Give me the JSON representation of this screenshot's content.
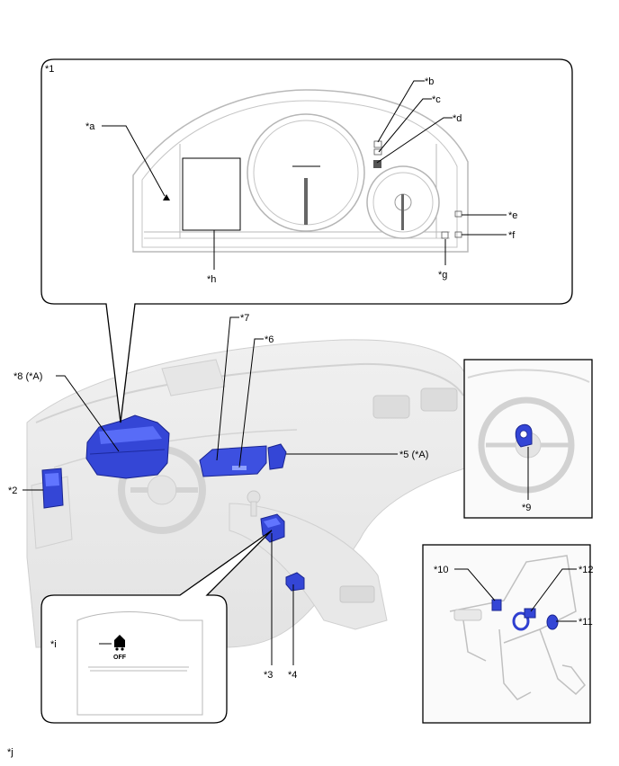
{
  "labels": {
    "l1": "*1",
    "l2": "*2",
    "l3": "*3",
    "l4": "*4",
    "l5": "*5 (*A)",
    "l6": "*6",
    "l7": "*7",
    "l8": "*8 (*A)",
    "l9": "*9",
    "l10": "*10",
    "l11": "*11",
    "l12": "*12",
    "la": "*a",
    "lb": "*b",
    "lc": "*c",
    "ld": "*d",
    "le": "*e",
    "lf": "*f",
    "lg": "*g",
    "lh": "*h",
    "li": "*i",
    "lj": "*j"
  },
  "switch_icon_text": "OFF",
  "colors": {
    "component_blue": "#2f3fd0",
    "component_blue_light": "#5e72ff",
    "outline_gray": "#b9b9b9",
    "line": "#000000"
  }
}
